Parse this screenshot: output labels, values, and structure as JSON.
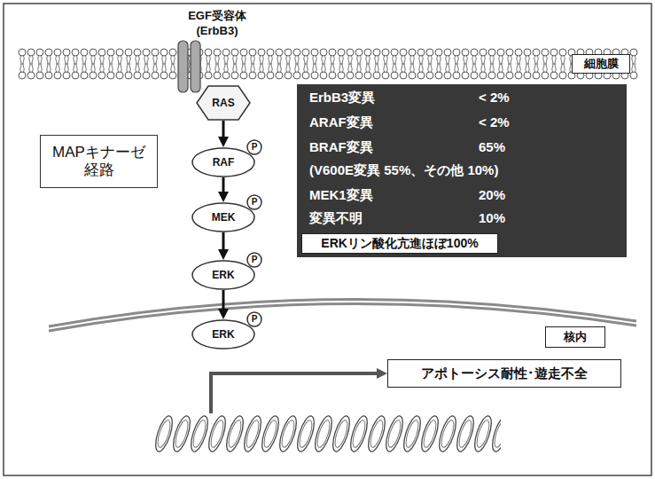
{
  "diagram": {
    "nodes": [
      {
        "text": [
          "細胞膜"
        ]
      },
      {
        "text": [
          "RAS"
        ]
      },
      {
        "text": [
          "MAPキナーゼ 経路"
        ]
      },
      {
        "text": [
          "RAF"
        ]
      },
      {
        "text": [
          "P"
        ]
      },
      {
        "text": [
          "ErbB3変異",
          "< 2%",
          "ARAF変異",
          "< 2%",
          "BRAF変異",
          "65%",
          "(V600E変異 55%、その他 10%)",
          "MEK1変異",
          "20%",
          "変異不明",
          "10%"
        ]
      },
      {
        "text": [
          "ERKリン酸化亢進ほぼ100%"
        ],
        "in": 5
      },
      {
        "text": [
          "MEK"
        ]
      },
      {
        "text": [
          "P"
        ]
      },
      {
        "text": [
          "ERK"
        ]
      },
      {
        "text": [
          "P"
        ]
      },
      {
        "text": [
          "ERK"
        ]
      },
      {
        "text": [
          "P"
        ]
      },
      {
        "text": [
          "核内"
        ]
      },
      {
        "text": [
          "アポトーシス耐性･遊走不全"
        ]
      }
    ],
    "edges": [
      {
        "from": 1,
        "to": 3,
        "arrow": "to"
      },
      {
        "from": 3,
        "to": 7,
        "arrow": "to"
      },
      {
        "from": 7,
        "to": 9,
        "arrow": "to"
      },
      {
        "from": 9,
        "to": 11,
        "arrow": "to"
      }
    ],
    "labels": [
      "EGF受容体",
      "(ErbB3)"
    ]
  }
}
